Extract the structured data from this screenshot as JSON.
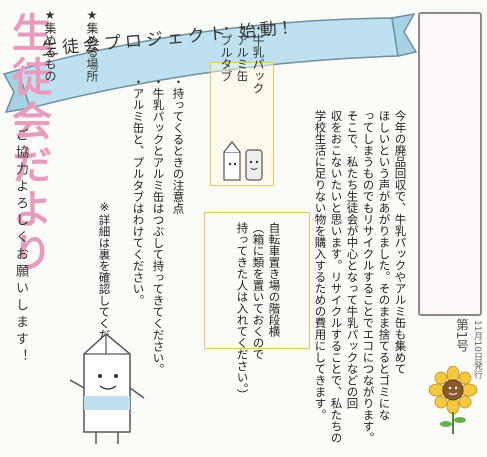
{
  "banner": {
    "text": "生徒会プロジェクト 始動！"
  },
  "title": {
    "text": "生徒会だより"
  },
  "issue": "第1号",
  "date": "11月10日発行",
  "intro_lines": [
    "今年の廃品回収で、牛乳パックやアルミ缶も集めて",
    "ほしいという声があがりました。そのまま捨てるとゴミにな",
    "ってしまうものでもリサイクルすることでエコにつながります。",
    "そこで、私たち生徒会が中心となって牛乳パックなどの回",
    "収をおこないたいと思います。リサイクルすることで、私たちの",
    "学校生活に足りない物を購入するための費用にしてきます。"
  ],
  "items": {
    "title": "★集めるもの",
    "list": [
      "・牛乳パック",
      "・アルミ缶",
      "・プルタブ"
    ]
  },
  "place": {
    "title": "★集める場所",
    "lines": [
      "自転車置き場の階段横",
      "（箱に類を置いておくので",
      "持ってきた人は入れてください。）"
    ]
  },
  "instructions": [
    "・持ってくるときの注意点",
    "・牛乳パックとアルミ缶はつぶして持ってきてください。",
    "・アルミ缶と、プルタブはわけてください。",
    "※詳細は裏を確認してください。"
  ],
  "closing": "ご協力よろしくお願いします！"
}
